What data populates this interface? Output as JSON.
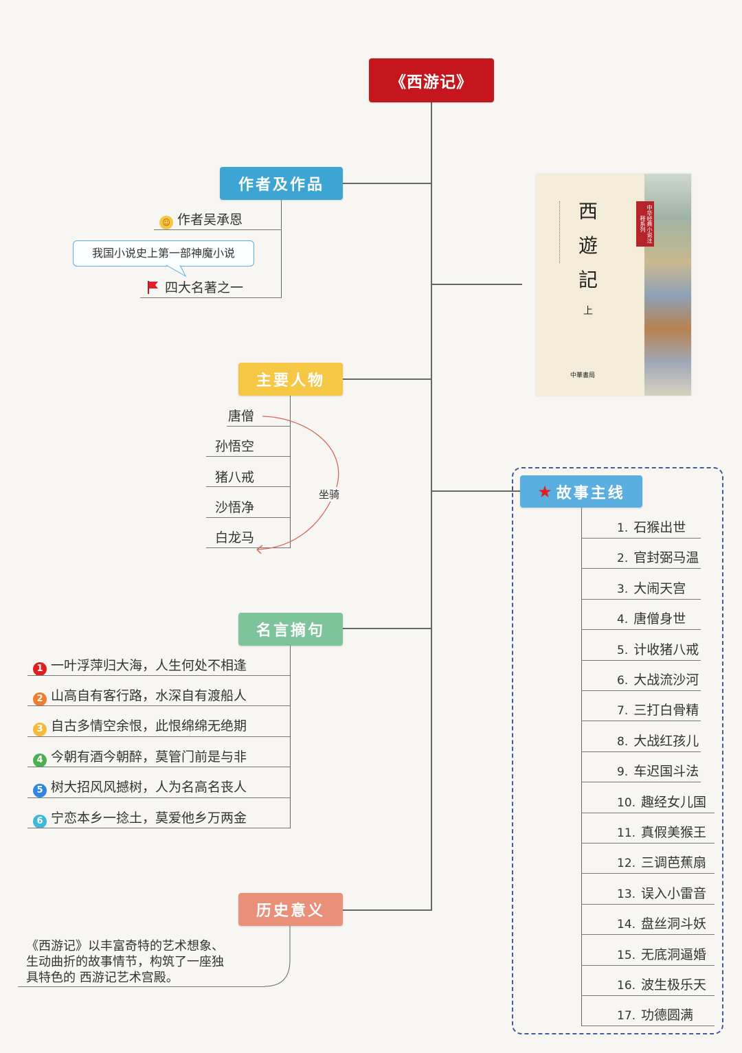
{
  "root": {
    "title": "《西游记》",
    "color": "#c4161c"
  },
  "author": {
    "title": "作者及作品",
    "color": "#3da5d3",
    "items": [
      {
        "icon": "grin-face-icon",
        "text": "作者吴承恩"
      },
      {
        "icon": "red-flag-icon",
        "text": "四大名著之一"
      }
    ],
    "callout": "我国小说史上第一部神魔小说"
  },
  "book_cover": {
    "title_chars": [
      "西",
      "遊",
      "記"
    ],
    "volume": "上",
    "series": "中华经典小说注释系列",
    "publisher": "中華書局"
  },
  "characters": {
    "title": "主要人物",
    "color": "#f6c744",
    "items": [
      "唐僧",
      "孙悟空",
      "猪八戒",
      "沙悟净",
      "白龙马"
    ],
    "relation_label": "坐骑"
  },
  "quotes": {
    "title": "名言摘句",
    "color": "#7ec49a",
    "items": [
      {
        "num": "1",
        "color": "#e02020",
        "text": "一叶浮萍归大海，人生何处不相逢"
      },
      {
        "num": "2",
        "color": "#f07d2b",
        "text": "山高自有客行路，水深自有渡船人"
      },
      {
        "num": "3",
        "color": "#f6b93b",
        "text": "自古多情空余恨，此恨绵绵无绝期"
      },
      {
        "num": "4",
        "color": "#4caf50",
        "text": "今朝有酒今朝醉，莫管门前是与非"
      },
      {
        "num": "5",
        "color": "#2e86de",
        "text": "树大招风风撼树，人为名高名丧人"
      },
      {
        "num": "6",
        "color": "#3eb8d8",
        "text": "宁恋本乡一捻土，莫爱他乡万两金"
      }
    ]
  },
  "history": {
    "title": "历史意义",
    "color": "#e8907a",
    "lines": [
      "《西游记》以丰富奇特的艺术想象、",
      "生动曲折的故事情节，构筑了一座独",
      "具特色的 西游记艺术宫殿。"
    ]
  },
  "story": {
    "title": "故事主线",
    "color": "#5aaee0",
    "border_color": "#3b5b9a",
    "items": [
      {
        "num": "1.",
        "text": "石猴出世"
      },
      {
        "num": "2.",
        "text": "官封弼马温"
      },
      {
        "num": "3.",
        "text": "大闹天宫"
      },
      {
        "num": "4.",
        "text": "唐僧身世"
      },
      {
        "num": "5.",
        "text": "计收猪八戒"
      },
      {
        "num": "6.",
        "text": "大战流沙河"
      },
      {
        "num": "7.",
        "text": "三打白骨精"
      },
      {
        "num": "8.",
        "text": "大战红孩儿"
      },
      {
        "num": "9.",
        "text": "车迟国斗法"
      },
      {
        "num": "10.",
        "text": "趣经女儿国"
      },
      {
        "num": "11.",
        "text": "真假美猴王"
      },
      {
        "num": "12.",
        "text": "三调芭蕉扇"
      },
      {
        "num": "13.",
        "text": "误入小雷音"
      },
      {
        "num": "14.",
        "text": "盘丝洞斗妖"
      },
      {
        "num": "15.",
        "text": "无底洞逼婚"
      },
      {
        "num": "16.",
        "text": "波生极乐天"
      },
      {
        "num": "17.",
        "text": "功德圆满"
      }
    ]
  }
}
